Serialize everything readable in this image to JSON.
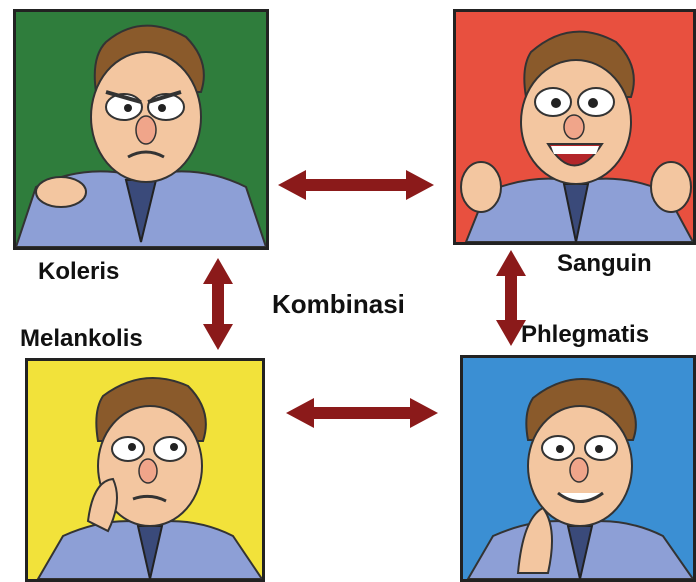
{
  "labels": {
    "koleris": "Koleris",
    "sanguin": "Sanguin",
    "melankolis": "Melankolis",
    "phlegmatis": "Phlegmatis",
    "center": "Kombinasi"
  },
  "colors": {
    "koleris_bg": "#2f7d3c",
    "sanguin_bg": "#e8503f",
    "melankolis_bg": "#f2e23a",
    "phlegmatis_bg": "#3b8fd3",
    "arrow": "#8b1a1a",
    "shirt": "#8d9fd6",
    "skin": "#f3c6a0",
    "hair": "#8a5a2b"
  }
}
